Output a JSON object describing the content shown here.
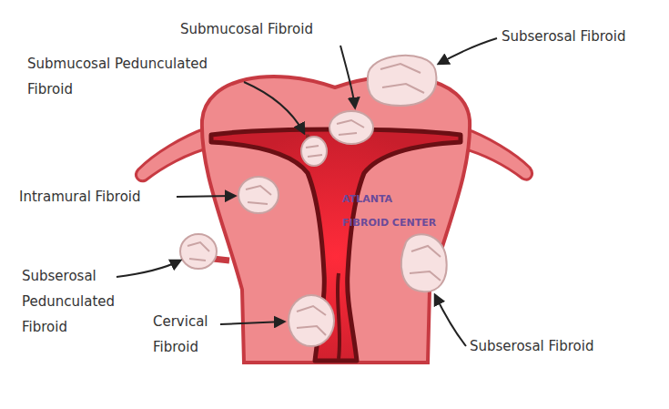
{
  "diagram": {
    "labels": [
      "Submucosal Fibroid",
      "Subserosal Fibroid",
      "Submucosal Pedunculated Fibroid",
      "Intramural Fibroid",
      "ATLANTA",
      "FIBROID CENTER",
      "Subserosal Pedunculated Fibroid",
      "Cervical Fibroid",
      "Subserosal Fibroid"
    ]
  }
}
